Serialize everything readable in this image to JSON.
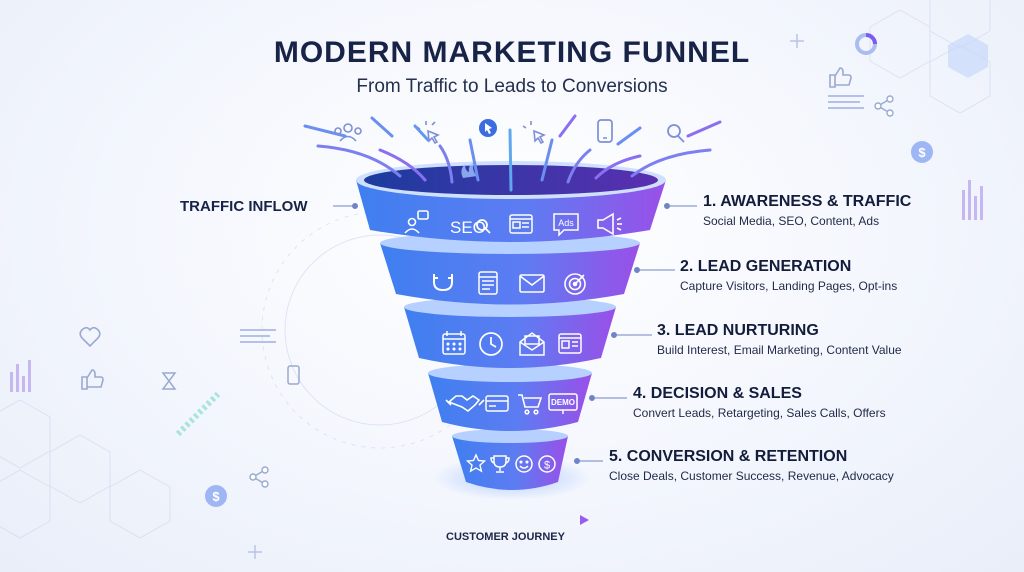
{
  "header": {
    "title": "MODERN MARKETING FUNNEL",
    "subtitle": "From Traffic to Leads to Conversions"
  },
  "traffic_label": "TRAFFIC INFLOW",
  "journey_label": "CUSTOMER JOURNEY",
  "colors": {
    "title": "#182447",
    "funnel_top": "#4f8cf0",
    "funnel_bottom": "#8a52e6",
    "accent": "#7c5cf0"
  },
  "stages": [
    {
      "heading": "1. AWARENESS & TRAFFIC",
      "description": "Social Media, SEO, Content, Ads",
      "icons": [
        "users-icon",
        "seo-icon",
        "webpage-icon",
        "ads-icon",
        "megaphone-icon"
      ],
      "seo_text": "SEO",
      "ads_text": "Ads"
    },
    {
      "heading": "2. LEAD GENERATION",
      "description": "Capture Visitors, Landing Pages, Opt-ins",
      "icons": [
        "magnet-icon",
        "landing-page-icon",
        "envelope-icon",
        "target-icon"
      ]
    },
    {
      "heading": "3. LEAD NURTURING",
      "description": "Build Interest, Email Marketing, Content Value",
      "icons": [
        "calendar-icon",
        "clock-icon",
        "open-mail-icon",
        "newsletter-icon"
      ]
    },
    {
      "heading": "4. DECISION & SALES",
      "description": "Convert Leads, Retargeting, Sales Calls, Offers",
      "icons": [
        "handshake-icon",
        "credit-card-icon",
        "cart-icon",
        "demo-icon"
      ],
      "demo_text": "DEMO"
    },
    {
      "heading": "5. CONVERSION & RETENTION",
      "description": "Close Deals, Customer Success, Revenue, Advocacy",
      "icons": [
        "star-icon",
        "trophy-icon",
        "smile-icon",
        "dollar-coin-icon"
      ]
    }
  ],
  "inflow_icons": [
    "users-icon",
    "pointer-click-icon",
    "cursor-icon",
    "click-icon",
    "mobile-icon",
    "search-icon"
  ]
}
